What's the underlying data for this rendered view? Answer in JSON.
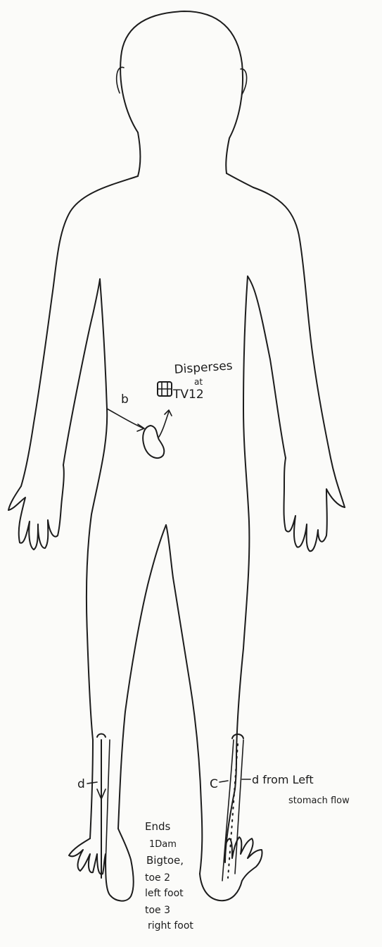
{
  "labels": {
    "dispersal": "Disperses",
    "dispersal_at": "at",
    "dispersal_point": "TV12",
    "b": "b",
    "d_right": "d",
    "c": "C",
    "d_from": "d from Left",
    "d_from_2": "stomach flow",
    "ends_lines": [
      "Ends",
      "1Dam",
      "Bigtoe,",
      "toe 2",
      "left foot",
      "toe 3",
      "right foot"
    ]
  },
  "colors": {
    "ink": "#1c1c1c",
    "paper": "#fbfbf9"
  }
}
